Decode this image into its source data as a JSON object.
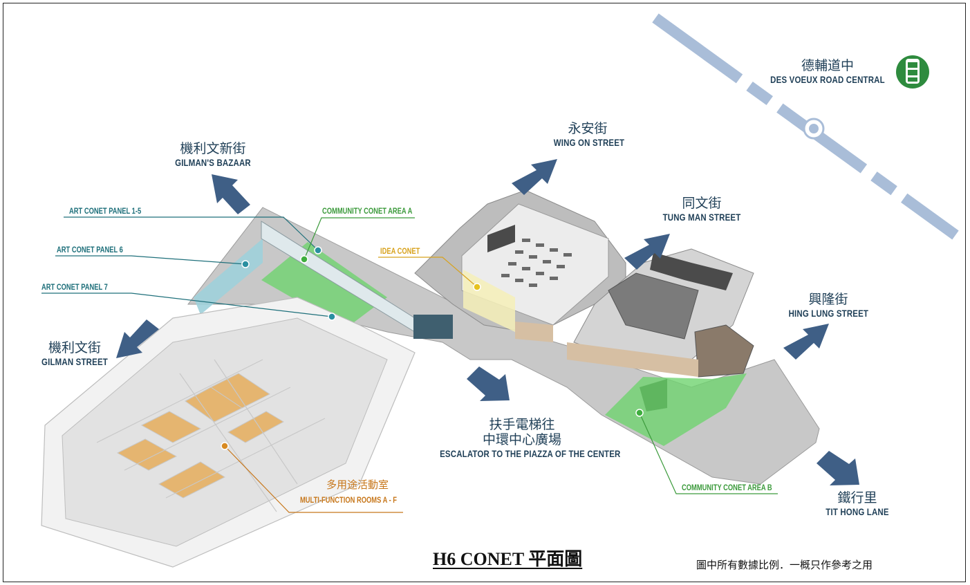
{
  "map": {
    "title": "H6 CONET 平面圖",
    "disclaimer": "圖中所有數據比例．一概只作參考之用",
    "streets": {
      "des_voeux": {
        "zh": "德輔道中",
        "en": "DES VOEUX ROAD CENTRAL"
      },
      "wing_on": {
        "zh": "永安街",
        "en": "WING ON STREET"
      },
      "gilmans_bazaar": {
        "zh": "機利文新街",
        "en": "GILMAN'S BAZAAR"
      },
      "tung_man": {
        "zh": "同文街",
        "en": "TUNG MAN STREET"
      },
      "hing_lung": {
        "zh": "興隆街",
        "en": "HING LUNG STREET"
      },
      "gilman_street": {
        "zh": "機利文街",
        "en": "GILMAN STREET"
      },
      "escalator": {
        "zh1": "扶手電梯往",
        "zh2": "中環中心廣場",
        "en": "ESCALATOR TO THE PIAZZA OF THE CENTER"
      },
      "tit_hong": {
        "zh": "鐵行里",
        "en": "TIT HONG LANE"
      }
    },
    "callouts": {
      "art_panel_1_5": "ART CONET PANEL 1-5",
      "art_panel_6": "ART CONET PANEL 6",
      "art_panel_7": "ART CONET PANEL 7",
      "community_a": "COMMUNITY CONET AREA A",
      "idea_conet": "IDEA CONET",
      "community_b": "COMMUNITY CONET AREA B",
      "multi_zh": "多用途活動室",
      "multi_en": "MULTI-FUNCTION ROOMS A - F"
    },
    "icons": {
      "tram": "tram-stop-icon",
      "arrow": "direction-arrow-icon",
      "tram_line": "tram-track-line"
    },
    "colors": {
      "street_text": "#1f3f57",
      "arrow": "#3f5f86",
      "tram_line": "#a9bdd8",
      "tram_icon": "#2e8b3e",
      "teal": "#1d6f7a",
      "green_area": "#6fd36f",
      "gold": "#d8a21c",
      "orange": "#c7771b"
    }
  }
}
